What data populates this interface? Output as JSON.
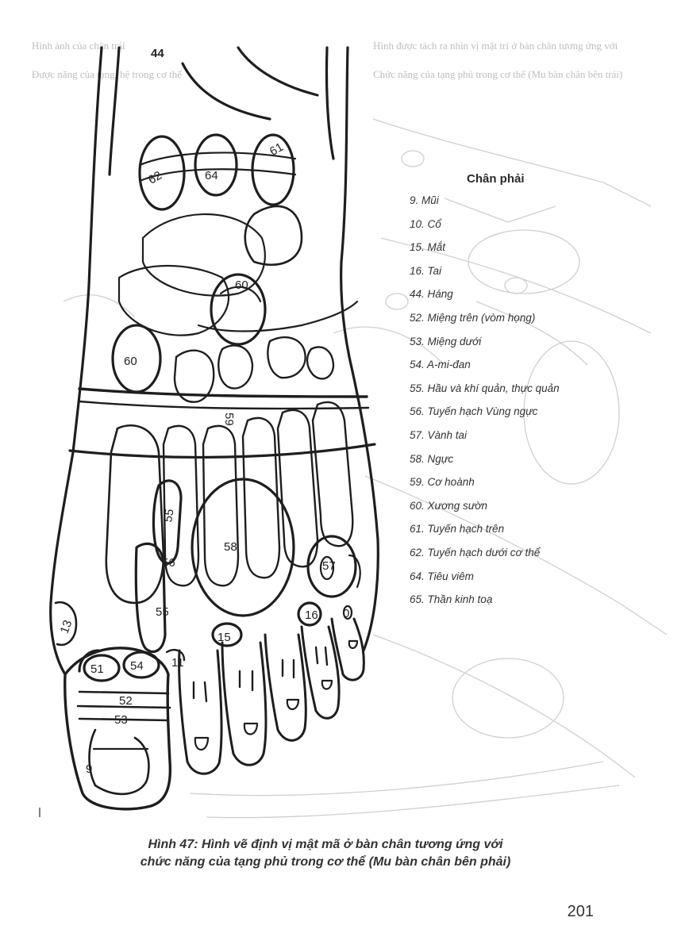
{
  "figure": {
    "legend_title": "Chân phải",
    "legend_items": [
      "9. Mũi",
      "10. Cổ",
      "15. Mắt",
      "16. Tai",
      "44. Háng",
      "52. Miệng trên (vòm họng)",
      "53. Miệng dưới",
      "54. A-mi-đan",
      "55. Hầu và khí quản, thực quản",
      "56. Tuyến hạch Vùng ngực",
      "57. Vành tai",
      "58. Ngực",
      "59. Cơ hoành",
      "60. Xương sườn",
      "61. Tuyến hạch trên",
      "62. Tuyến hạch dưới cơ thể",
      "64. Tiêu viêm",
      "65. Thần kinh toạ"
    ],
    "zone_labels": {
      "z44": "44",
      "z61": "61",
      "z62": "62",
      "z64": "64",
      "z60a": "60",
      "z60b": "60",
      "z59": "59",
      "z55a": "55",
      "z58": "58",
      "z57": "57",
      "z56": "56",
      "z55b": "55",
      "z13": "13",
      "z15": "15",
      "z16": "16",
      "z51": "51",
      "z54": "54",
      "z11": "11",
      "z52": "52",
      "z53": "53",
      "z9": "9",
      "z0": "0"
    },
    "caption_line1": "Hình 47: Hình vẽ định vị mật mã ở bàn chân tương ứng với",
    "caption_line2": "chức năng của tạng phủ trong cơ thể (Mu bàn chân bên phải)",
    "page_number": "201"
  }
}
